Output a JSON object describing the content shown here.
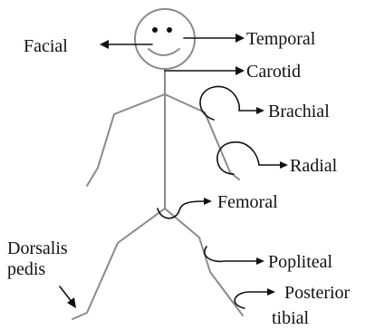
{
  "diagram": {
    "labels": {
      "facial": "Facial",
      "temporal": "Temporal",
      "carotid": "Carotid",
      "brachial": "Brachial",
      "radial": "Radial",
      "femoral": "Femoral",
      "dorsalis_line1": "Dorsalis",
      "dorsalis_line2": "pedis",
      "popliteal": "Popliteal",
      "posterior_line1": "Posterior",
      "posterior_line2": "tibial"
    },
    "colors": {
      "figure": "#8a8a8a",
      "arrows": "#111111",
      "text": "#111111"
    }
  }
}
